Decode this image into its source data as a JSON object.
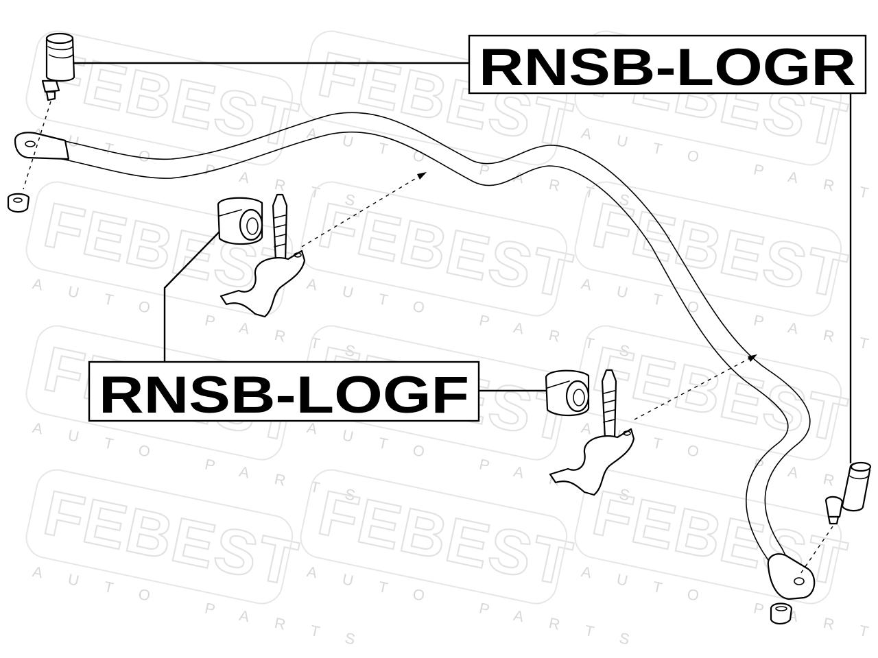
{
  "watermark": {
    "brand": "FEBEST",
    "tagline": "AUTO PARTS"
  },
  "labels": {
    "rear_bushing": "RNSB-LOGR",
    "front_bushing": "RNSB-LOGF"
  }
}
